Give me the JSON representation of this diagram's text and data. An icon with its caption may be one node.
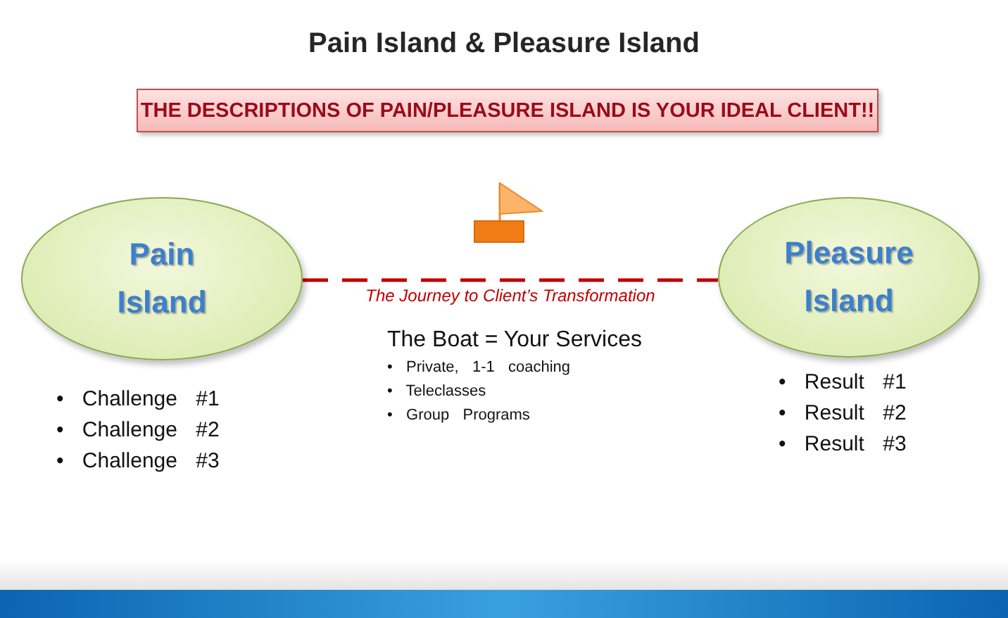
{
  "diagram": {
    "title": "Pain Island & Pleasure Island",
    "nodes": [
      {
        "text": [
          "THE DESCRIPTIONS OF PAIN/PLEASURE ISLAND IS YOUR IDEAL CLIENT!!"
        ]
      },
      {
        "text": [
          "Pain Island"
        ]
      },
      {
        "text": [
          "Pleasure Island"
        ]
      }
    ],
    "edges": [
      {
        "from": 1,
        "to": 2,
        "arrow": "none",
        "style": "dashed",
        "color": "#c00000",
        "label": "The Journey to Client’s Transformation"
      }
    ],
    "labels": [
      "The Boat = Your Services",
      "• Private, 1-1 coaching",
      "• Teleclasses",
      "• Group Programs",
      "• Challenge #1",
      "• Challenge #2",
      "• Challenge #3",
      "• Result #1",
      "• Result #2",
      "• Result #3"
    ]
  }
}
